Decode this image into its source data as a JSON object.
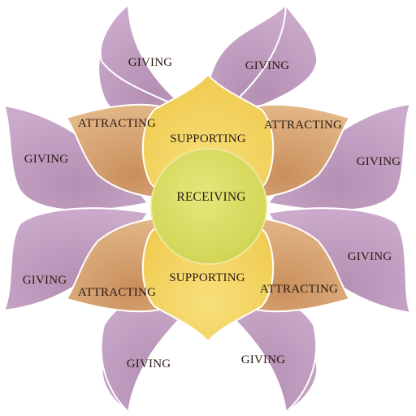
{
  "colors": {
    "outer_petal": "#c6a4c4",
    "outer_petal_dark": "#a57fa3",
    "middle_petal": "#d9a877",
    "middle_petal_dark": "#c18a5a",
    "inner_petal": "#f5d766",
    "inner_petal_dark": "#e6bc3f",
    "center": "#dde36a",
    "center_dark": "#c9cd4c"
  },
  "labels": {
    "giving": [
      {
        "id": "top-left",
        "text": "GIVING"
      },
      {
        "id": "top-right",
        "text": "GIVING"
      },
      {
        "id": "upper-left",
        "text": "GIVING"
      },
      {
        "id": "upper-right",
        "text": "GIVING"
      },
      {
        "id": "lower-left",
        "text": "GIVING"
      },
      {
        "id": "lower-right",
        "text": "GIVING"
      },
      {
        "id": "bottom-left",
        "text": "GIVING"
      },
      {
        "id": "bottom-right",
        "text": "GIVING"
      }
    ],
    "attracting": [
      {
        "id": "upper-left",
        "text": "ATTRACTING"
      },
      {
        "id": "upper-right",
        "text": "ATTRACTING"
      },
      {
        "id": "lower-left",
        "text": "ATTRACTING"
      },
      {
        "id": "lower-right",
        "text": "ATTRACTING"
      }
    ],
    "supporting": [
      {
        "id": "top",
        "text": "SUPPORTING"
      },
      {
        "id": "bottom",
        "text": "SUPPORTING"
      }
    ],
    "center": "RECEIVING"
  }
}
